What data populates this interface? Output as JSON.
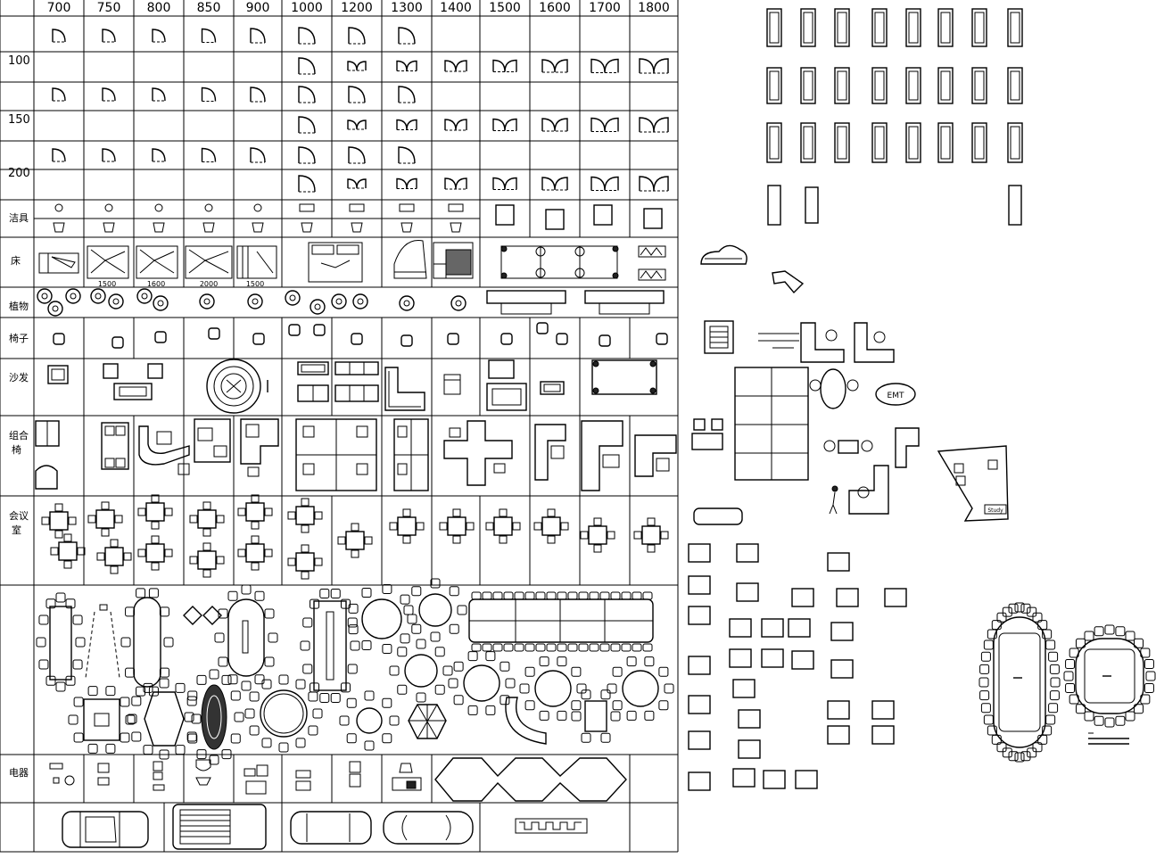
{
  "sheet": {
    "width_header": [
      "700",
      "750",
      "800",
      "850",
      "900",
      "1000",
      "1200",
      "1300",
      "1400",
      "1500",
      "1600",
      "1700",
      "1800"
    ],
    "door_groups": [
      "100",
      "150",
      "200"
    ],
    "categories": {
      "sanitary": "洁具",
      "bed": "床",
      "plant": "植物",
      "chair": "椅子",
      "sofa": "沙发",
      "combo_chair_line1": "组合",
      "combo_chair_line2": "椅",
      "meeting_line1": "会议",
      "meeting_line2": "室",
      "appliance": "电器"
    },
    "bed_sizes": [
      "1500",
      "1600",
      "2000",
      "1500"
    ],
    "tags": {
      "emt": "EMT",
      "study": "Study"
    }
  },
  "colors": {
    "line": "#000000",
    "background": "#ffffff",
    "fill_dark": "#222222"
  },
  "icons": {
    "door_swing": "door-swing-icon",
    "double_door": "double-door-icon",
    "window_elevation": "window-elevation-icon",
    "chair": "chair-icon",
    "table": "table-icon",
    "car": "car-icon",
    "plant": "plant-icon"
  }
}
